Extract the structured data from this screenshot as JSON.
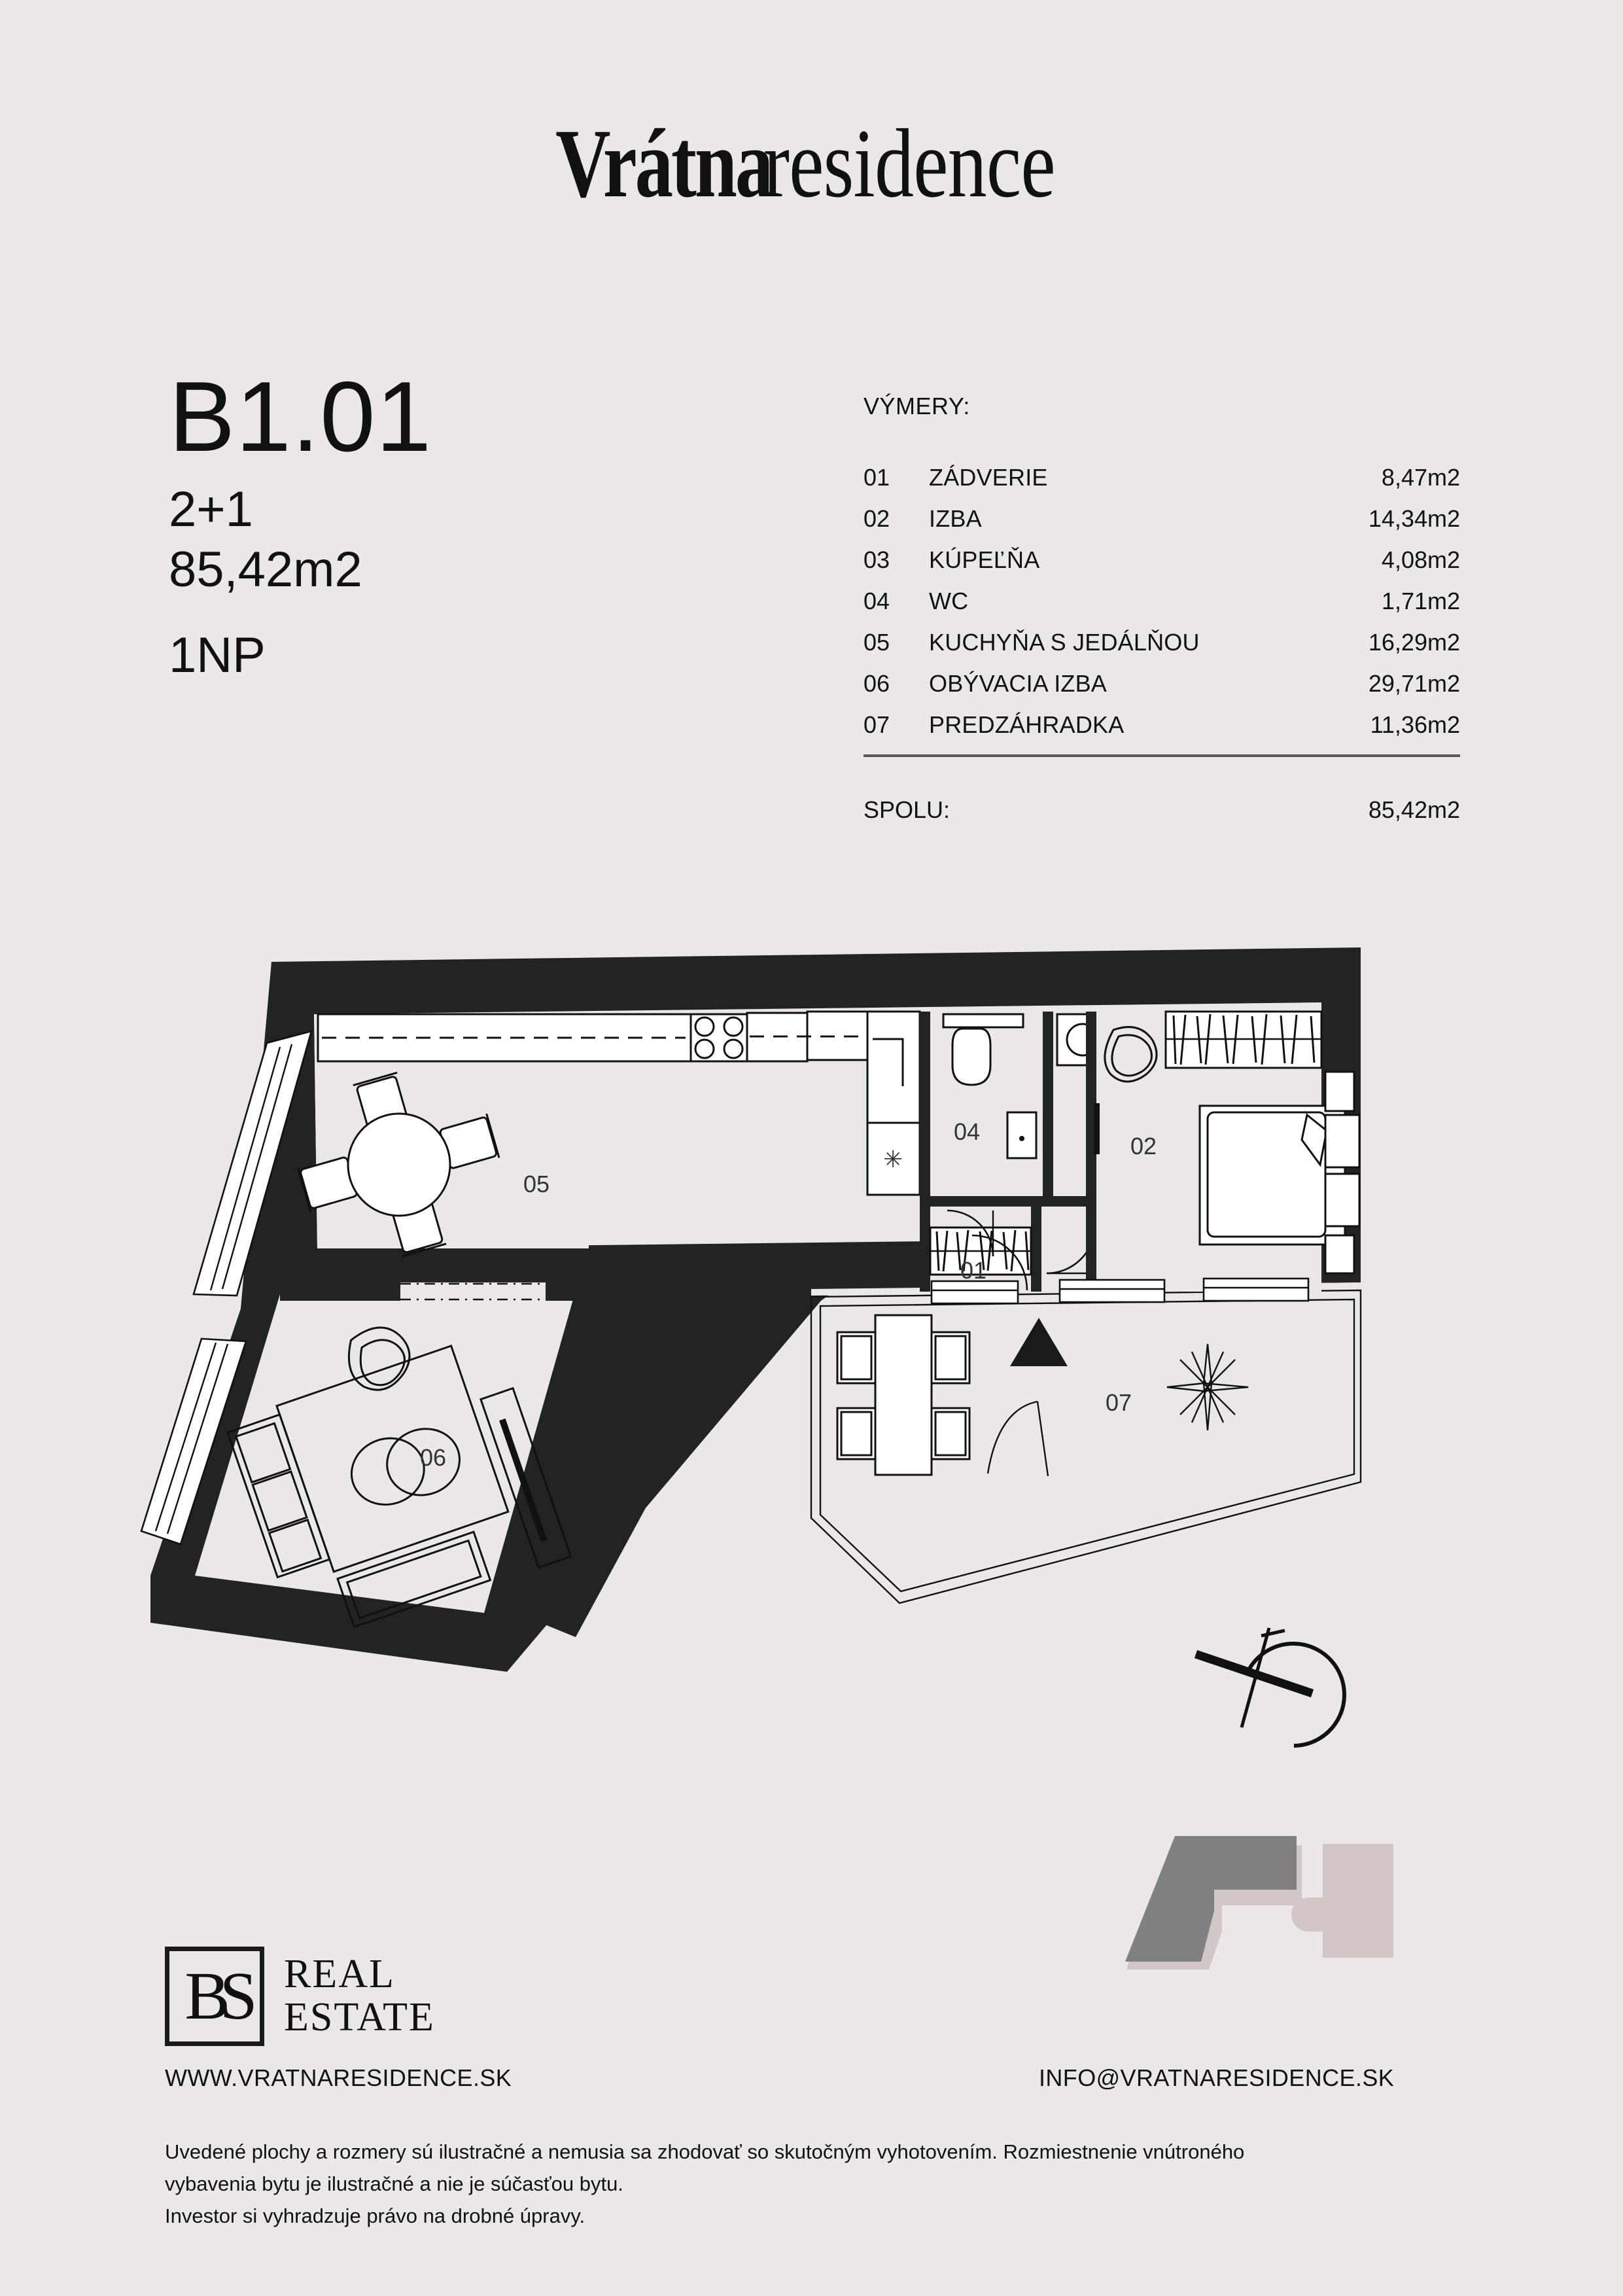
{
  "brand": {
    "part1": "Vrátna",
    "part2": "residence"
  },
  "unit": {
    "code": "B1.01",
    "rooms": "2+1",
    "area": "85,42m2",
    "floor": "1NP"
  },
  "areas": {
    "title": "VÝMERY:",
    "rows": [
      {
        "num": "01",
        "name": "ZÁDVERIE",
        "value": "8,47m2"
      },
      {
        "num": "02",
        "name": "IZBA",
        "value": "14,34m2"
      },
      {
        "num": "03",
        "name": "KÚPEĽŇA",
        "value": "4,08m2"
      },
      {
        "num": "04",
        "name": "WC",
        "value": "1,71m2"
      },
      {
        "num": "05",
        "name": "KUCHYŇA S JEDÁLŇOU",
        "value": "16,29m2"
      },
      {
        "num": "06",
        "name": "OBÝVACIA IZBA",
        "value": "29,71m2"
      },
      {
        "num": "07",
        "name": "PREDZÁHRADKA",
        "value": "11,36m2"
      }
    ],
    "total_label": "SPOLU:",
    "total_value": "85,42m2"
  },
  "plan": {
    "labels": {
      "kitchen": "05",
      "wc": "04",
      "hall": "01",
      "bedroom": "02",
      "living": "06",
      "garden": "07"
    }
  },
  "agency": {
    "monogram": "BS",
    "line1": "REAL",
    "line2": "ESTATE"
  },
  "footer": {
    "website": "WWW.VRATNARESIDENCE.SK",
    "email": "INFO@VRATNARESIDENCE.SK",
    "disclaimer_line1": "Uvedené plochy a rozmery sú ilustračné a nemusia sa zhodovať so skutočným vyhotovením. Rozmiestnenie vnútroného",
    "disclaimer_line2": "vybavenia bytu je ilustračné a nie je súčasťou bytu.",
    "disclaimer_line3": "Investor si vyhradzuje právo na drobné úpravy."
  },
  "colors": {
    "background": "#EBE7E6",
    "wall": "#232323",
    "ink": "#111111",
    "rule": "#555555",
    "keyplan_highlight": "#808080",
    "keyplan_building": "#D3C6C6"
  }
}
